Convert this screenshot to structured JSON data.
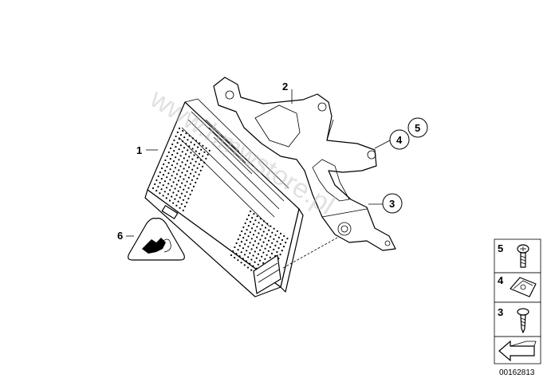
{
  "diagram": {
    "callouts": [
      {
        "id": "1",
        "label": "1"
      },
      {
        "id": "2",
        "label": "2"
      },
      {
        "id": "3",
        "label": "3"
      },
      {
        "id": "4",
        "label": "4"
      },
      {
        "id": "5",
        "label": "5"
      },
      {
        "id": "6",
        "label": "6"
      }
    ],
    "legend": [
      {
        "label": "5",
        "icon": "screw-icon"
      },
      {
        "label": "4",
        "icon": "clip-nut-icon"
      },
      {
        "label": "3",
        "icon": "self-tapping-screw-icon"
      }
    ],
    "legend_arrow_icon": "arrow-icon",
    "reference_number": "00162813",
    "watermark": "www.bmwstore.pl"
  }
}
